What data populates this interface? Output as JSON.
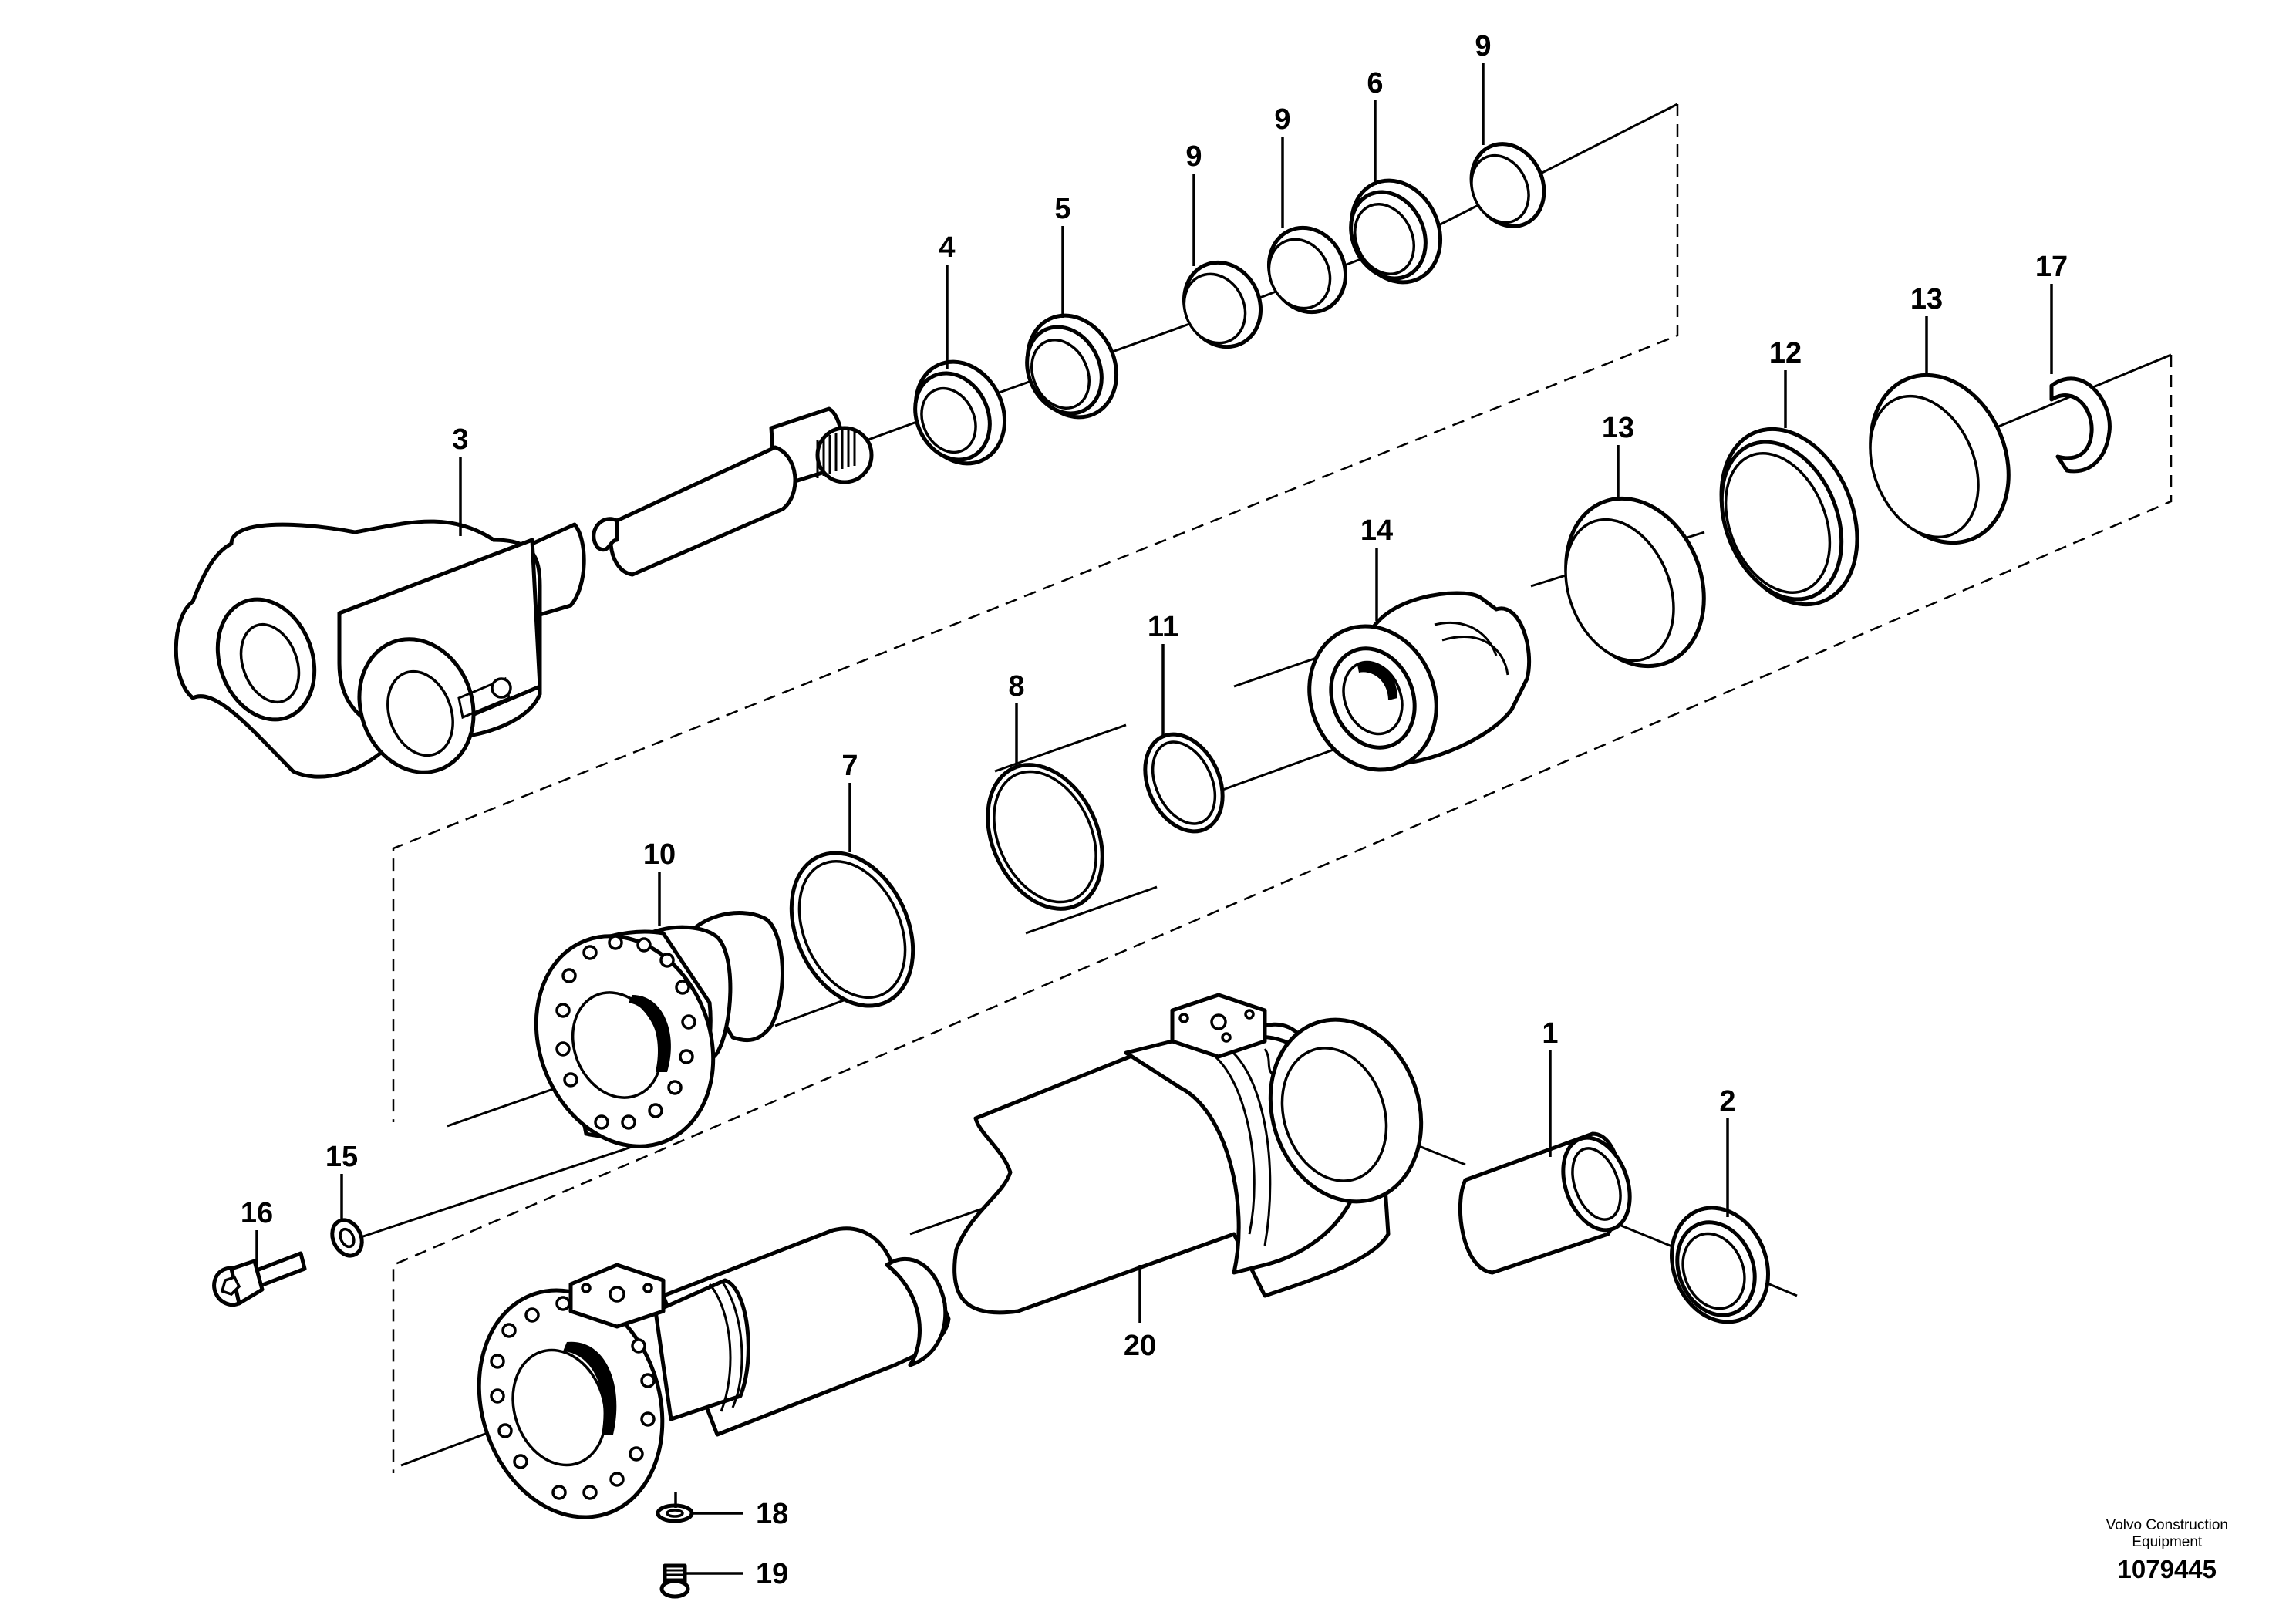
{
  "callouts": [
    {
      "id": "c3",
      "text": "3"
    },
    {
      "id": "c4",
      "text": "4"
    },
    {
      "id": "c5",
      "text": "5"
    },
    {
      "id": "c9a",
      "text": "9"
    },
    {
      "id": "c9b",
      "text": "9"
    },
    {
      "id": "c6",
      "text": "6"
    },
    {
      "id": "c9c",
      "text": "9"
    },
    {
      "id": "c17",
      "text": "17"
    },
    {
      "id": "c13a",
      "text": "13"
    },
    {
      "id": "c12",
      "text": "12"
    },
    {
      "id": "c13b",
      "text": "13"
    },
    {
      "id": "c14",
      "text": "14"
    },
    {
      "id": "c11",
      "text": "11"
    },
    {
      "id": "c8",
      "text": "8"
    },
    {
      "id": "c7",
      "text": "7"
    },
    {
      "id": "c10",
      "text": "10"
    },
    {
      "id": "c1",
      "text": "1"
    },
    {
      "id": "c2",
      "text": "2"
    },
    {
      "id": "c15",
      "text": "15"
    },
    {
      "id": "c16",
      "text": "16"
    },
    {
      "id": "c20",
      "text": "20"
    },
    {
      "id": "c18",
      "text": "18"
    },
    {
      "id": "c19",
      "text": "19"
    }
  ],
  "reference": {
    "company_line1": "Volvo Construction",
    "company_line2": "Equipment",
    "number": "1079445"
  }
}
